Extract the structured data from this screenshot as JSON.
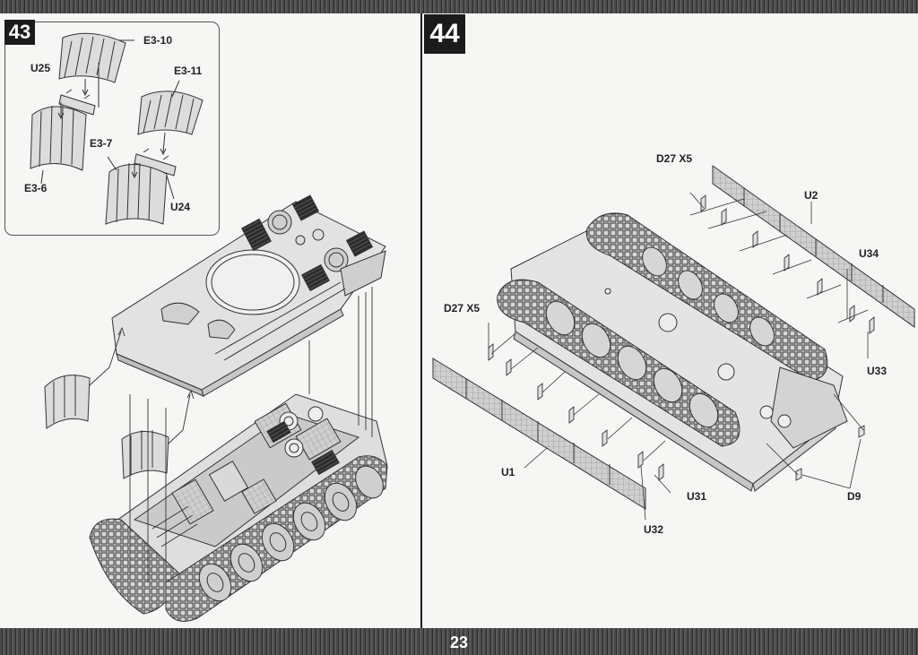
{
  "page_number": "23",
  "logo": {
    "mark": "",
    "url": ""
  },
  "step_prev": {
    "number": "43"
  },
  "step_main": {
    "number": "44"
  },
  "inset_labels": {
    "e3_10": "E3-10",
    "u25": "U25",
    "e3_11": "E3-11",
    "e3_7": "E3-7",
    "e3_6": "E3-6",
    "u24": "U24"
  },
  "right_labels": {
    "d27_top": "D27 X5",
    "u2": "U2",
    "u34": "U34",
    "u33": "U33",
    "d27_left": "D27 X5",
    "u1": "U1",
    "u31": "U31",
    "u32": "U32",
    "d9": "D9"
  }
}
